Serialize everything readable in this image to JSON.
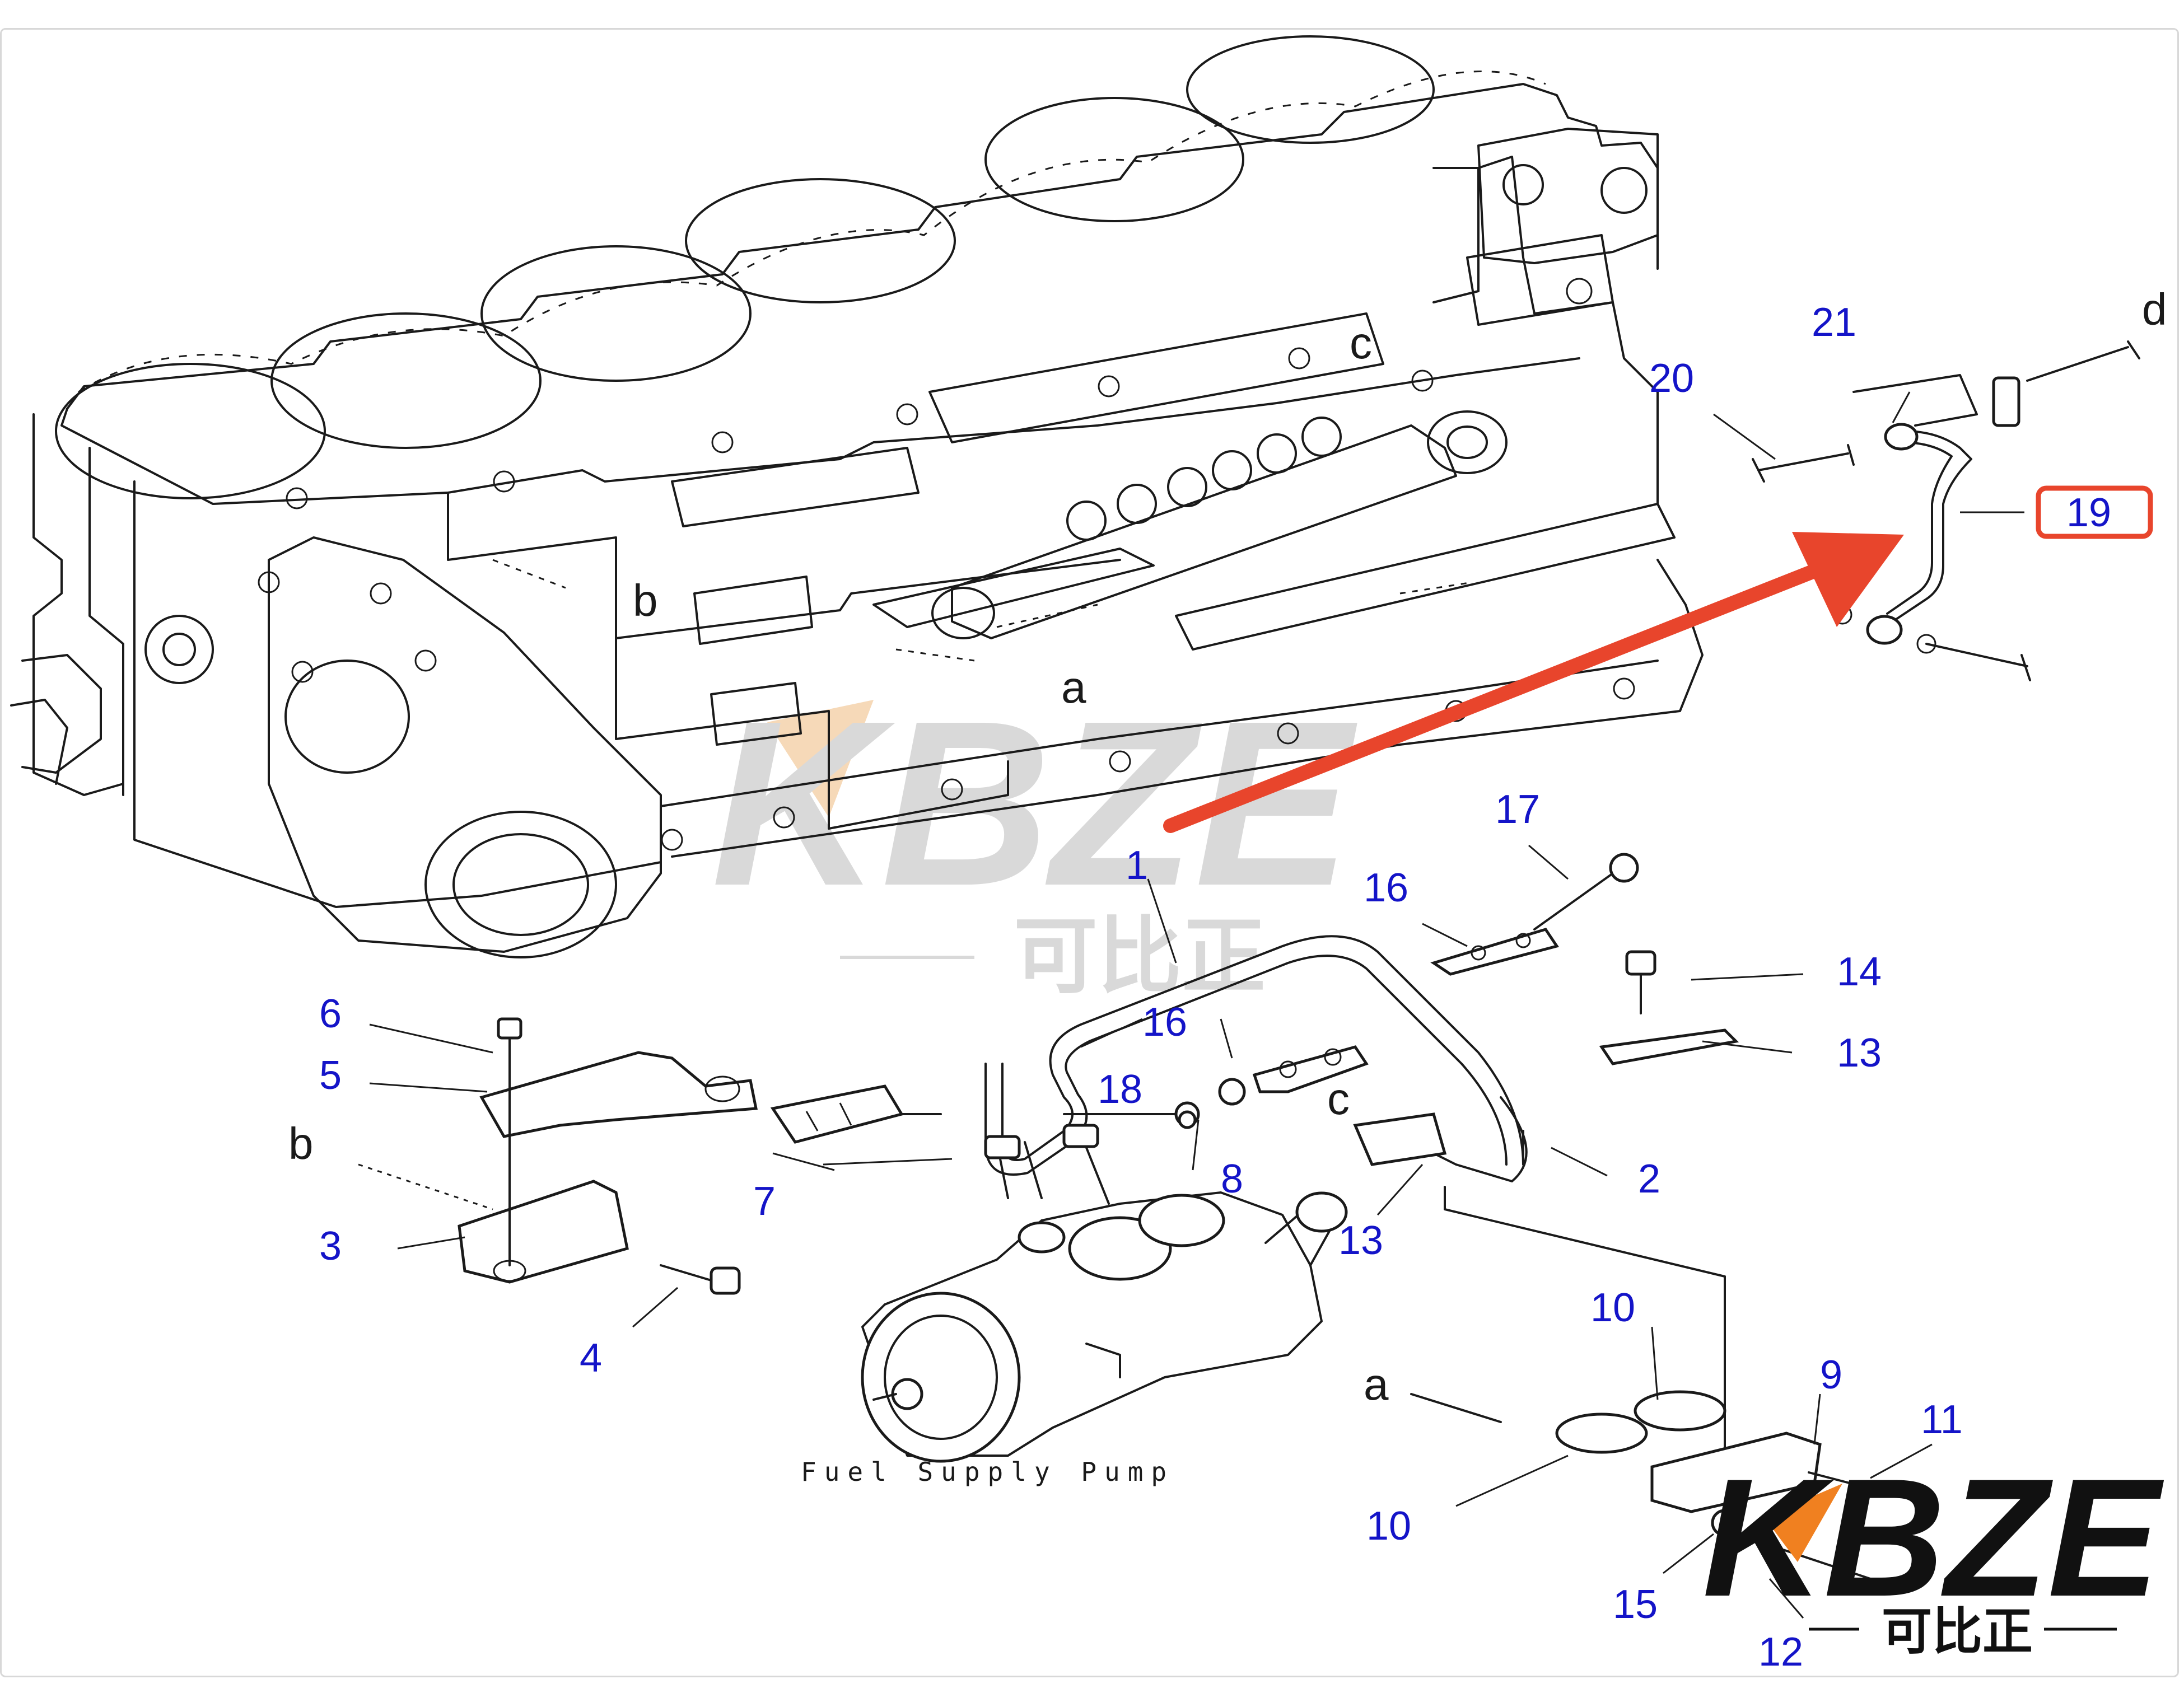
{
  "diagram": {
    "caption": "Fuel Supply Pump",
    "callouts": [
      "1",
      "2",
      "3",
      "4",
      "5",
      "6",
      "7",
      "8",
      "9",
      "10",
      "10",
      "11",
      "12",
      "13",
      "13",
      "14",
      "15",
      "16",
      "16",
      "17",
      "18",
      "19",
      "20",
      "21"
    ],
    "view_refs": [
      "a",
      "a",
      "b",
      "b",
      "c",
      "c",
      "d"
    ],
    "highlighted_part": "19",
    "colors": {
      "callout": "#1414c8",
      "highlight": "#e8452c",
      "linework": "#1a1a1a"
    }
  },
  "watermark": {
    "brand": "KBZE",
    "chinese": "可比正"
  },
  "logo": {
    "brand": "KBZE",
    "chinese": "可比正",
    "accent": "#f08020"
  }
}
